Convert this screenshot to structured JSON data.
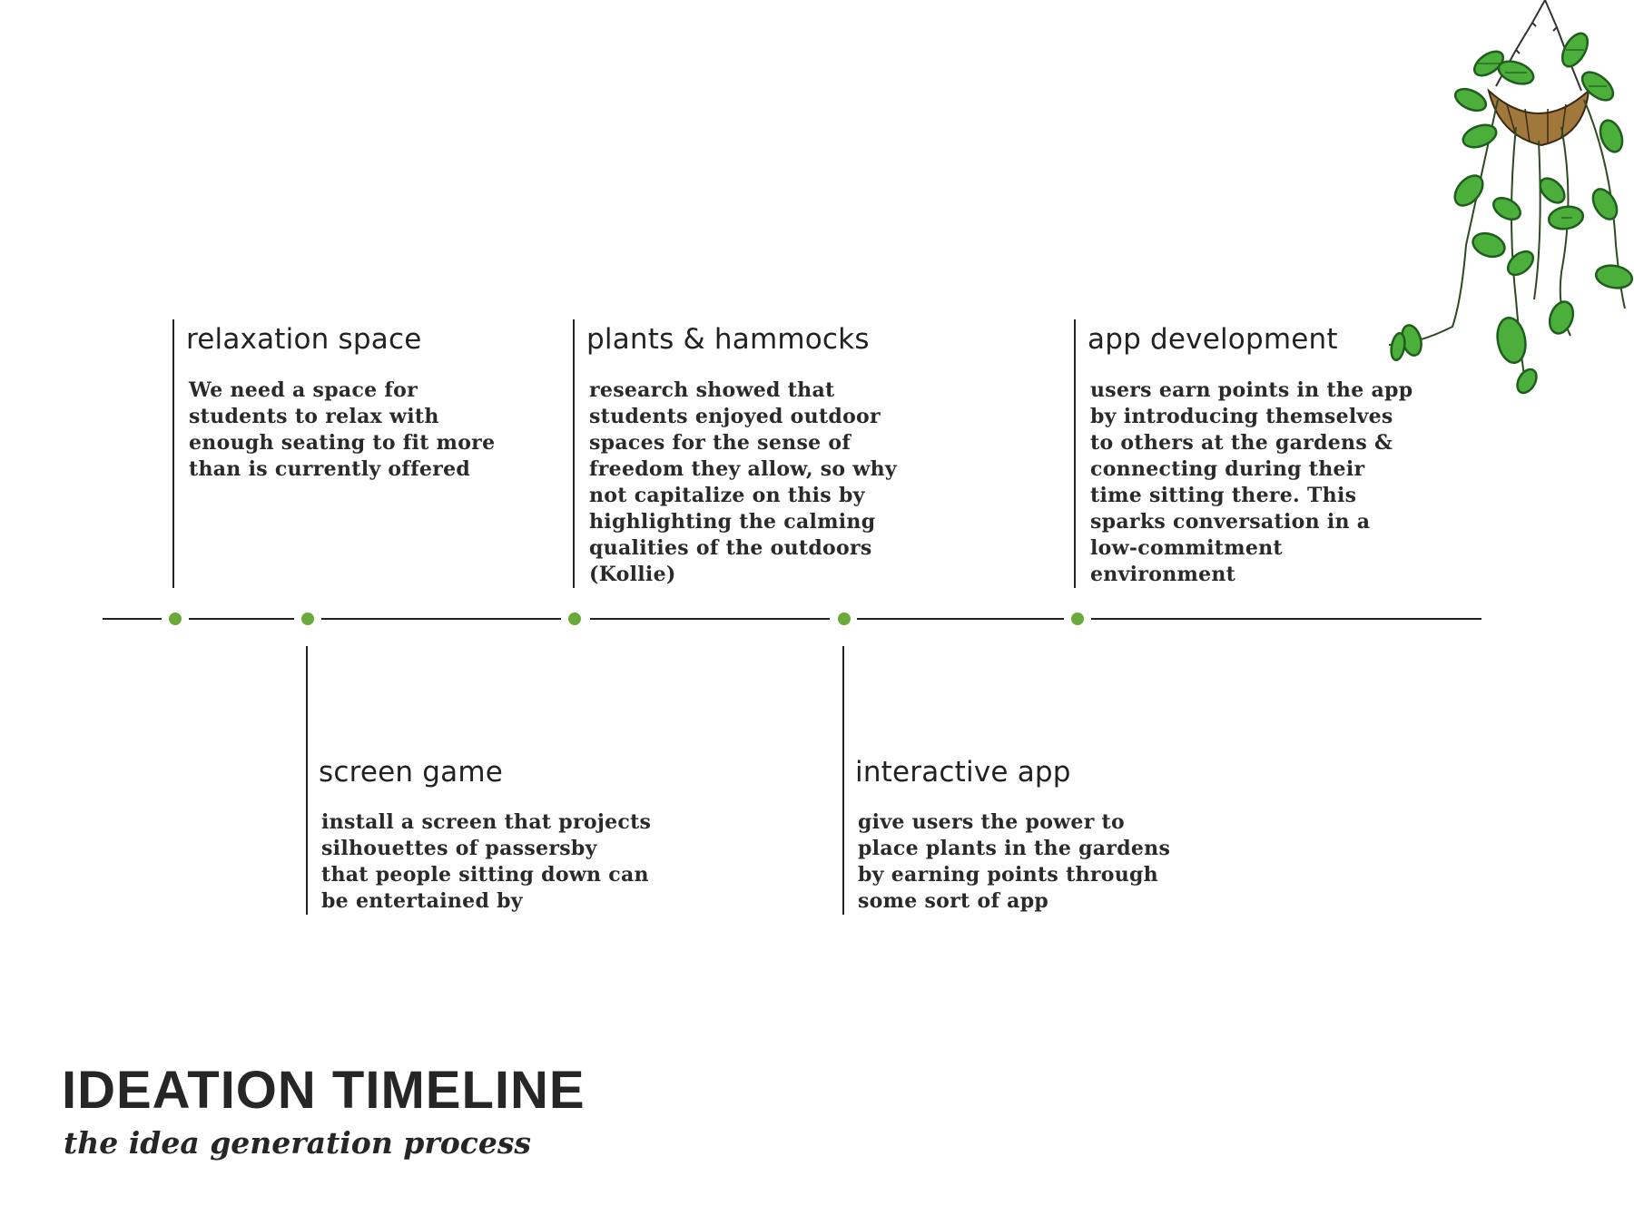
{
  "title": "IDEATION TIMELINE",
  "subtitle": "the idea generation process",
  "colors": {
    "dot": "#6aaa3a",
    "line": "#222222",
    "leaf": "#4caf3c",
    "leaf_dark": "#1f5e1c"
  },
  "ideas": [
    {
      "heading": "relaxation space",
      "body": "We need a space for\nstudents to relax with\nenough seating to fit more\nthan is currently offered"
    },
    {
      "heading": "screen game",
      "body": "install a screen that projects\nsilhouettes of passersby\nthat people sitting down can\nbe entertained by"
    },
    {
      "heading": "plants & hammocks",
      "body": "research showed that\nstudents enjoyed outdoor\nspaces for the sense of\nfreedom they allow, so why\nnot capitalize on this by\nhighlighting the calming\nqualities of the outdoors\n(Kollie)"
    },
    {
      "heading": "interactive app",
      "body": "give users the power to\nplace plants in the gardens\nby earning points through\nsome sort of app"
    },
    {
      "heading": "app development",
      "body": "users earn points in the app\nby introducing themselves\nto others at the gardens &\nconnecting during their\ntime sitting there. This\nsparks conversation in a\nlow-commitment\nenvironment"
    }
  ],
  "decoration": {
    "plant_icon": "hanging-plant-icon"
  }
}
